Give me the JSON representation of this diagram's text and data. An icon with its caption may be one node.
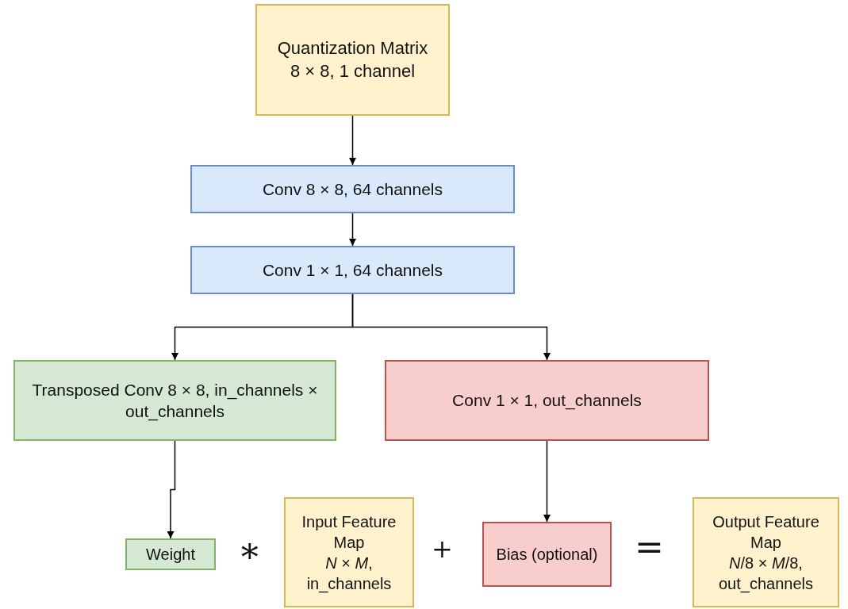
{
  "diagram": {
    "nodes": [
      {
        "text": [
          "Quantization Matrix",
          "8 × 8, 1 channel"
        ]
      },
      {
        "text": [
          "Conv 8 × 8, 64 channels"
        ]
      },
      {
        "text": [
          "Conv 1 × 1, 64 channels"
        ]
      },
      {
        "text": [
          "Transposed Conv 8 × 8, in_channels × out_channels"
        ]
      },
      {
        "text": [
          "Conv 1 × 1, out_channels"
        ]
      },
      {
        "text": [
          "Weight"
        ]
      },
      {
        "text": [
          "Input Feature Map",
          "*N* × *M*,",
          "in_channels"
        ]
      },
      {
        "text": [
          "Bias (optional)"
        ]
      },
      {
        "text": [
          "Output Feature Map",
          "*N*/8 × *M*/8,",
          "out_channels"
        ]
      }
    ],
    "edges": [
      {
        "from": 0,
        "to": 1,
        "arrow": "to"
      },
      {
        "from": 1,
        "to": 2,
        "arrow": "to"
      },
      {
        "from": 2,
        "to": 3,
        "arrow": "to"
      },
      {
        "from": 2,
        "to": 4,
        "arrow": "to"
      },
      {
        "from": 3,
        "to": 5,
        "arrow": "to"
      },
      {
        "from": 4,
        "to": 7,
        "arrow": "to"
      }
    ],
    "labels": [
      "∗",
      "+",
      "="
    ]
  }
}
